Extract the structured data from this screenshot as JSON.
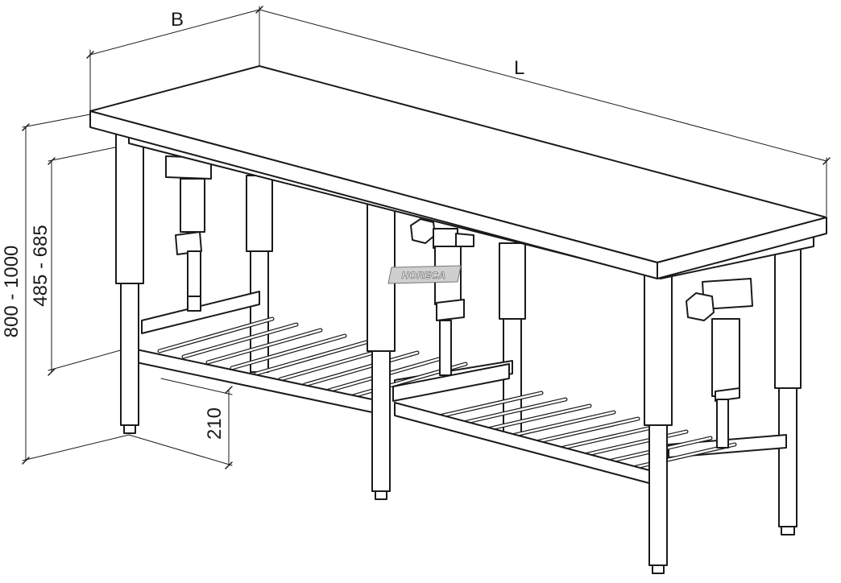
{
  "dimensions": {
    "depth_label": "B",
    "length_label": "L",
    "total_height_label": "800 - 1000",
    "undershelf_height_label": "485 - 685",
    "shelf_height_label": "210"
  },
  "brand": {
    "text": "HORECA"
  },
  "colors": {
    "line": "#1a1a1a",
    "fill": "#ffffff",
    "brand_fill": "#cfcfcf"
  }
}
